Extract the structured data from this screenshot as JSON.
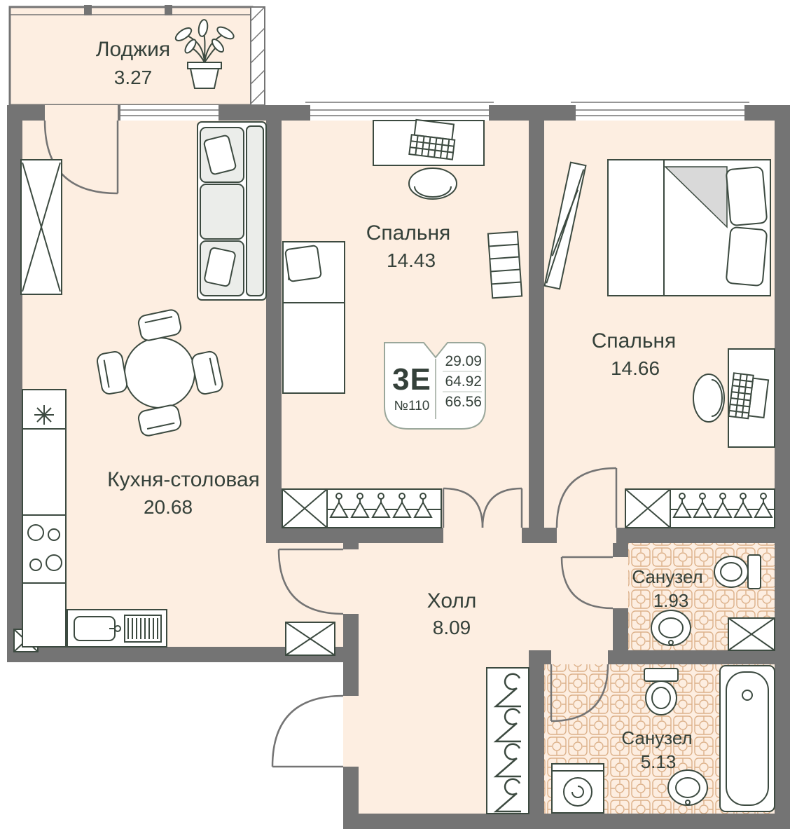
{
  "unit": {
    "type_code": "3Е",
    "unit_number": "№110",
    "area_living": "29.09",
    "area_apartment": "64.92",
    "area_total": "66.56"
  },
  "rooms": {
    "loggia": {
      "name": "Лоджия",
      "area": "3.27"
    },
    "bedroom1": {
      "name": "Спальня",
      "area": "14.43"
    },
    "bedroom2": {
      "name": "Спальня",
      "area": "14.66"
    },
    "kitchen": {
      "name": "Кухня-столовая",
      "area": "20.68"
    },
    "hall": {
      "name": "Холл",
      "area": "8.09"
    },
    "bathroom1": {
      "name": "Санузел",
      "area": "1.93"
    },
    "bathroom2": {
      "name": "Санузел",
      "area": "5.13"
    }
  },
  "colors": {
    "wall": "#747474",
    "floor": "#fdeee1",
    "furniture_line": "#3c4a40",
    "tile_accent": "#dcb18a",
    "text": "#35413a"
  }
}
